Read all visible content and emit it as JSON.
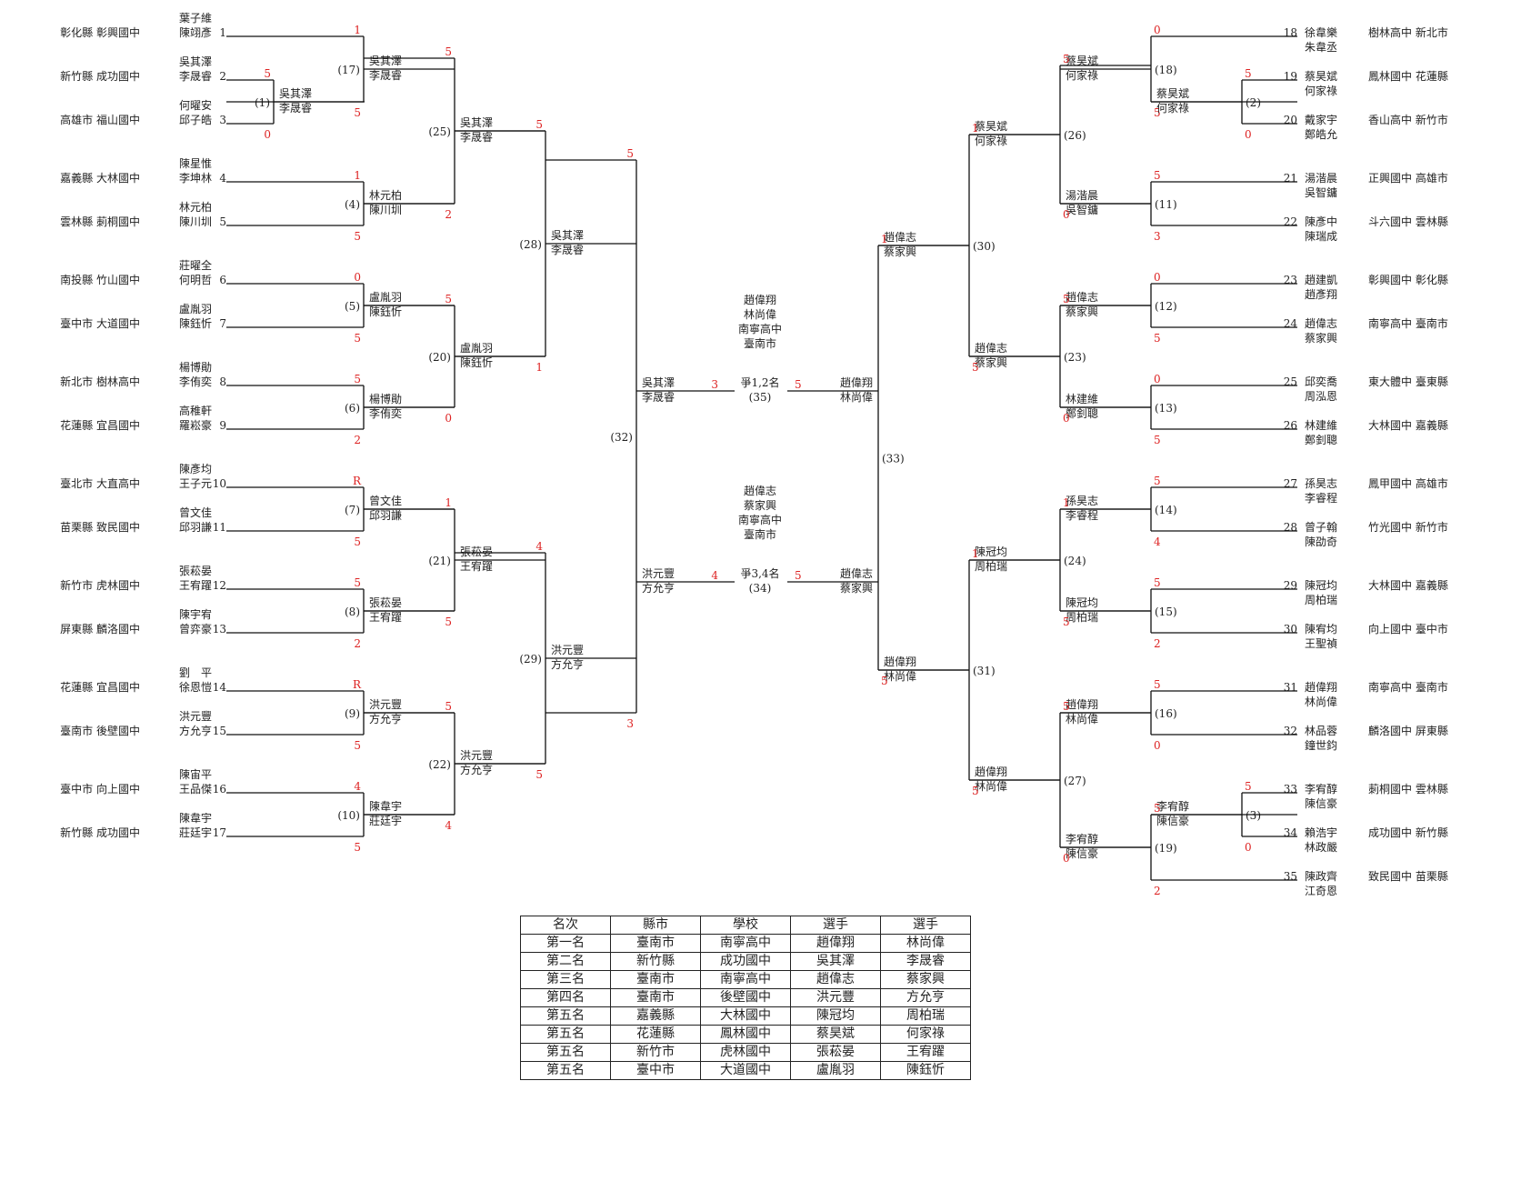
{
  "entrants": [
    {
      "seed": "1",
      "p1": "葉子維",
      "p2": "陳翊彥",
      "region": "彰化縣 彰興國中"
    },
    {
      "seed": "2",
      "p1": "吳其澤",
      "p2": "李晟睿",
      "region": "新竹縣 成功國中"
    },
    {
      "seed": "3",
      "p1": "何曜安",
      "p2": "邱子皓",
      "region": "高雄市 福山國中"
    },
    {
      "seed": "4",
      "p1": "陳星惟",
      "p2": "李坤林",
      "region": "嘉義縣 大林國中"
    },
    {
      "seed": "5",
      "p1": "林元柏",
      "p2": "陳川圳",
      "region": "雲林縣 莿桐國中"
    },
    {
      "seed": "6",
      "p1": "莊曜全",
      "p2": "何明哲",
      "region": "南投縣 竹山國中"
    },
    {
      "seed": "7",
      "p1": "盧胤羽",
      "p2": "陳鈺忻",
      "region": "臺中市 大道國中"
    },
    {
      "seed": "8",
      "p1": "楊博勛",
      "p2": "李侑奕",
      "region": "新北市 樹林高中"
    },
    {
      "seed": "9",
      "p1": "高稚軒",
      "p2": "羅崧豪",
      "region": "花蓮縣 宜昌國中"
    },
    {
      "seed": "10",
      "p1": "陳彥均",
      "p2": "王子元",
      "region": "臺北市 大直高中"
    },
    {
      "seed": "11",
      "p1": "曾文佳",
      "p2": "邱羽謙",
      "region": "苗栗縣 致民國中"
    },
    {
      "seed": "12",
      "p1": "張菘晏",
      "p2": "王宥躍",
      "region": "新竹市 虎林國中"
    },
    {
      "seed": "13",
      "p1": "陳宇宥",
      "p2": "曾弈豪",
      "region": "屏東縣 麟洛國中"
    },
    {
      "seed": "14",
      "p1": "劉　平",
      "p2": "徐恩愷",
      "region": "花蓮縣 宜昌國中"
    },
    {
      "seed": "15",
      "p1": "洪元豐",
      "p2": "方允亨",
      "region": "臺南市 後壁國中"
    },
    {
      "seed": "16",
      "p1": "陳宙平",
      "p2": "王品傑",
      "region": "臺中市 向上國中"
    },
    {
      "seed": "17",
      "p1": "陳韋宇",
      "p2": "莊廷宇",
      "region": "新竹縣 成功國中"
    },
    {
      "seed": "18",
      "p1": "徐韋樂",
      "p2": "朱韋丞",
      "region": "樹林高中 新北市"
    },
    {
      "seed": "19",
      "p1": "蔡昊斌",
      "p2": "何家祿",
      "region": "鳳林國中 花蓮縣"
    },
    {
      "seed": "20",
      "p1": "戴家宇",
      "p2": "鄭皓允",
      "region": "香山高中 新竹市"
    },
    {
      "seed": "21",
      "p1": "湯湝晨",
      "p2": "吳智鏞",
      "region": "正興國中 高雄市"
    },
    {
      "seed": "22",
      "p1": "陳彥中",
      "p2": "陳瑞成",
      "region": "斗六國中 雲林縣"
    },
    {
      "seed": "23",
      "p1": "趙建凱",
      "p2": "趙彥翔",
      "region": "彰興國中 彰化縣"
    },
    {
      "seed": "24",
      "p1": "趙偉志",
      "p2": "蔡家興",
      "region": "南寧高中 臺南市"
    },
    {
      "seed": "25",
      "p1": "邱奕喬",
      "p2": "周泓恩",
      "region": "東大體中 臺東縣"
    },
    {
      "seed": "26",
      "p1": "林建維",
      "p2": "鄭釗聰",
      "region": "大林國中 嘉義縣"
    },
    {
      "seed": "27",
      "p1": "孫昊志",
      "p2": "李睿程",
      "region": "鳳甲國中 高雄市"
    },
    {
      "seed": "28",
      "p1": "曾子翰",
      "p2": "陳劭奇",
      "region": "竹光國中 新竹市"
    },
    {
      "seed": "29",
      "p1": "陳冠均",
      "p2": "周柏瑞",
      "region": "大林國中 嘉義縣"
    },
    {
      "seed": "30",
      "p1": "陳宥均",
      "p2": "王聖禎",
      "region": "向上國中 臺中市"
    },
    {
      "seed": "31",
      "p1": "趙偉翔",
      "p2": "林尚偉",
      "region": "南寧高中 臺南市"
    },
    {
      "seed": "32",
      "p1": "林品蓉",
      "p2": "鐘世鈞",
      "region": "麟洛國中 屏東縣"
    },
    {
      "seed": "33",
      "p1": "李宥醇",
      "p2": "陳信豪",
      "region": "莿桐國中 雲林縣"
    },
    {
      "seed": "34",
      "p1": "賴浩宇",
      "p2": "林政嚴",
      "region": "成功國中 新竹縣"
    },
    {
      "seed": "35",
      "p1": "陳政齊",
      "p2": "江奇恩",
      "region": "致民國中 苗栗縣"
    }
  ],
  "matches": [
    {
      "no": "(1)",
      "w1": "吳其澤",
      "w2": "李晟睿",
      "sTop": "5",
      "sBot": "0"
    },
    {
      "no": "(17)",
      "w1": "吳其澤",
      "w2": "李晟睿",
      "sTop": "1",
      "sBot": "5"
    },
    {
      "no": "(4)",
      "w1": "林元柏",
      "w2": "陳川圳",
      "sTop": "1",
      "sBot": "5"
    },
    {
      "no": "(25)",
      "w1": "吳其澤",
      "w2": "李晟睿",
      "sTop": "5",
      "sBot": "2"
    },
    {
      "no": "(5)",
      "w1": "盧胤羽",
      "w2": "陳鈺忻",
      "sTop": "0",
      "sBot": "5"
    },
    {
      "no": "(6)",
      "w1": "楊博勛",
      "w2": "李侑奕",
      "sTop": "5",
      "sBot": "2"
    },
    {
      "no": "(20)",
      "w1": "盧胤羽",
      "w2": "陳鈺忻",
      "sTop": "5",
      "sBot": "0"
    },
    {
      "no": "(28)",
      "w1": "吳其澤",
      "w2": "李晟睿",
      "sTop": "5",
      "sBot": "1"
    },
    {
      "no": "(7)",
      "w1": "曾文佳",
      "w2": "邱羽謙",
      "sTop": "R",
      "sBot": "5"
    },
    {
      "no": "(8)",
      "w1": "張菘晏",
      "w2": "王宥躍",
      "sTop": "5",
      "sBot": "2"
    },
    {
      "no": "(21)",
      "w1": "張菘晏",
      "w2": "王宥躍",
      "sTop": "1",
      "sBot": "5"
    },
    {
      "no": "(9)",
      "w1": "洪元豐",
      "w2": "方允亨",
      "sTop": "R",
      "sBot": "5"
    },
    {
      "no": "(10)",
      "w1": "陳韋宇",
      "w2": "莊廷宇",
      "sTop": "4",
      "sBot": "5"
    },
    {
      "no": "(22)",
      "w1": "洪元豐",
      "w2": "方允亨",
      "sTop": "5",
      "sBot": "4"
    },
    {
      "no": "(29)",
      "w1": "洪元豐",
      "w2": "方允亨",
      "sTop": "4",
      "sBot": "5"
    },
    {
      "no": "(32)",
      "w1": "吳其澤",
      "w2": "李晟睿",
      "sTop": "5",
      "sBot": "3"
    },
    {
      "no": "(18)",
      "w1": "蔡昊斌",
      "w2": "何家祿",
      "sTop": "0",
      "sBot": "5"
    },
    {
      "no": "(2)",
      "w1": "蔡昊斌",
      "w2": "何家祿",
      "sTop": "5",
      "sBot": "0"
    },
    {
      "no": "(11)",
      "w1": "湯湝晨",
      "w2": "吳智鏞",
      "sTop": "5",
      "sBot": "3"
    },
    {
      "no": "(26)",
      "w1": "蔡昊斌",
      "w2": "何家祿",
      "sTop": "5",
      "sBot": "0"
    },
    {
      "no": "(12)",
      "w1": "趙偉志",
      "w2": "蔡家興",
      "sTop": "0",
      "sBot": "5"
    },
    {
      "no": "(13)",
      "w1": "林建維",
      "w2": "鄭釗聰",
      "sTop": "0",
      "sBot": "5"
    },
    {
      "no": "(23)",
      "w1": "趙偉志",
      "w2": "蔡家興",
      "sTop": "5",
      "sBot": "0"
    },
    {
      "no": "(30)",
      "w1": "趙偉志",
      "w2": "蔡家興",
      "sTop": "1",
      "sBot": "5"
    },
    {
      "no": "(14)",
      "w1": "孫昊志",
      "w2": "李睿程",
      "sTop": "5",
      "sBot": "4"
    },
    {
      "no": "(15)",
      "w1": "陳冠均",
      "w2": "周柏瑞",
      "sTop": "5",
      "sBot": "2"
    },
    {
      "no": "(24)",
      "w1": "陳冠均",
      "w2": "周柏瑞",
      "sTop": "1",
      "sBot": "5"
    },
    {
      "no": "(16)",
      "w1": "趙偉翔",
      "w2": "林尚偉",
      "sTop": "5",
      "sBot": "0"
    },
    {
      "no": "(3)",
      "w1": "李宥醇",
      "w2": "陳信豪",
      "sTop": "5",
      "sBot": "0"
    },
    {
      "no": "(19)",
      "w1": "李宥醇",
      "w2": "陳信豪",
      "sTop": "5",
      "sBot": "2"
    },
    {
      "no": "(27)",
      "w1": "趙偉翔",
      "w2": "林尚偉",
      "sTop": "5",
      "sBot": "0"
    },
    {
      "no": "(31)",
      "w1": "趙偉翔",
      "w2": "林尚偉",
      "sTop": "1",
      "sBot": "5"
    },
    {
      "no": "(33)",
      "w1": "趙偉志",
      "w2": "蔡家興",
      "sTop": "1",
      "sBot": "5"
    }
  ],
  "finals": [
    {
      "no": "(35)",
      "label": "爭1,2名",
      "lp1": "吳其澤",
      "lp2": "李晟睿",
      "ls": "3",
      "rp1": "趙偉翔",
      "rp2": "林尚偉",
      "rs": "5",
      "winner": {
        "p1": "趙偉翔",
        "p2": "林尚偉",
        "school": "南寧高中",
        "city": "臺南市"
      }
    },
    {
      "no": "(34)",
      "label": "爭3,4名",
      "lp1": "洪元豐",
      "lp2": "方允亨",
      "ls": "4",
      "rp1": "趙偉志",
      "rp2": "蔡家興",
      "rs": "5",
      "winner": {
        "p1": "趙偉志",
        "p2": "蔡家興",
        "school": "南寧高中",
        "city": "臺南市"
      }
    }
  ],
  "results": {
    "headers": [
      "名次",
      "縣市",
      "學校",
      "選手",
      "選手"
    ],
    "rows": [
      [
        "第一名",
        "臺南市",
        "南寧高中",
        "趙偉翔",
        "林尚偉"
      ],
      [
        "第二名",
        "新竹縣",
        "成功國中",
        "吳其澤",
        "李晟睿"
      ],
      [
        "第三名",
        "臺南市",
        "南寧高中",
        "趙偉志",
        "蔡家興"
      ],
      [
        "第四名",
        "臺南市",
        "後壁國中",
        "洪元豐",
        "方允亨"
      ],
      [
        "第五名",
        "嘉義縣",
        "大林國中",
        "陳冠均",
        "周柏瑞"
      ],
      [
        "第五名",
        "花蓮縣",
        "鳳林國中",
        "蔡昊斌",
        "何家祿"
      ],
      [
        "第五名",
        "新竹市",
        "虎林國中",
        "張菘晏",
        "王宥躍"
      ],
      [
        "第五名",
        "臺中市",
        "大道國中",
        "盧胤羽",
        "陳鈺忻"
      ]
    ]
  }
}
